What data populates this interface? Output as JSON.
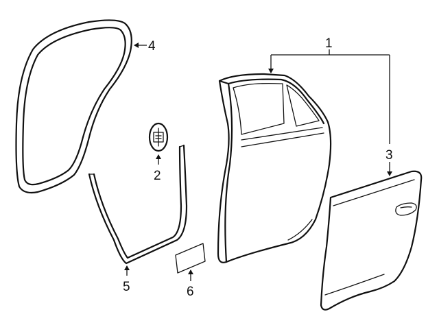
{
  "callouts": {
    "door_assembly": "1",
    "handle_bracket": "2",
    "outer_panel": "3",
    "weatherstrip_body": "4",
    "weatherstrip_lower": "5",
    "applique_pad": "6"
  }
}
